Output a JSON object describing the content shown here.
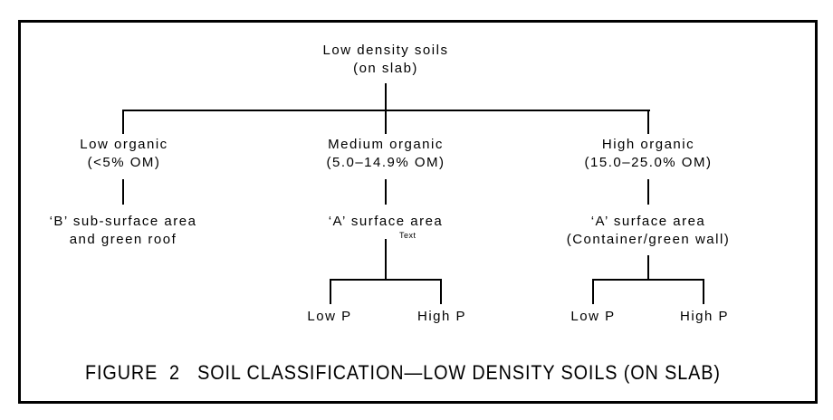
{
  "diagram": {
    "root": {
      "line1": "Low density soils",
      "line2": "(on slab)"
    },
    "branches": [
      {
        "title": "Low organic",
        "range": "(<5% OM)",
        "node_line1": "‘B’ sub-surface area",
        "node_line2": "and green roof"
      },
      {
        "title": "Medium organic",
        "range": "(5.0–14.9% OM)",
        "node_line1": "‘A’ surface area",
        "note": "Text",
        "leaf_low": "Low P",
        "leaf_high": "High P"
      },
      {
        "title": "High organic",
        "range": "(15.0–25.0% OM)",
        "node_line1": "‘A’ surface area",
        "node_line2": "(Container/green wall)",
        "leaf_low": "Low P",
        "leaf_high": "High P"
      }
    ],
    "caption": "FIGURE  2   SOIL CLASSIFICATION—LOW DENSITY SOILS (ON SLAB)"
  },
  "colors": {
    "line": "#000000",
    "text": "#000000",
    "background": "#ffffff"
  }
}
